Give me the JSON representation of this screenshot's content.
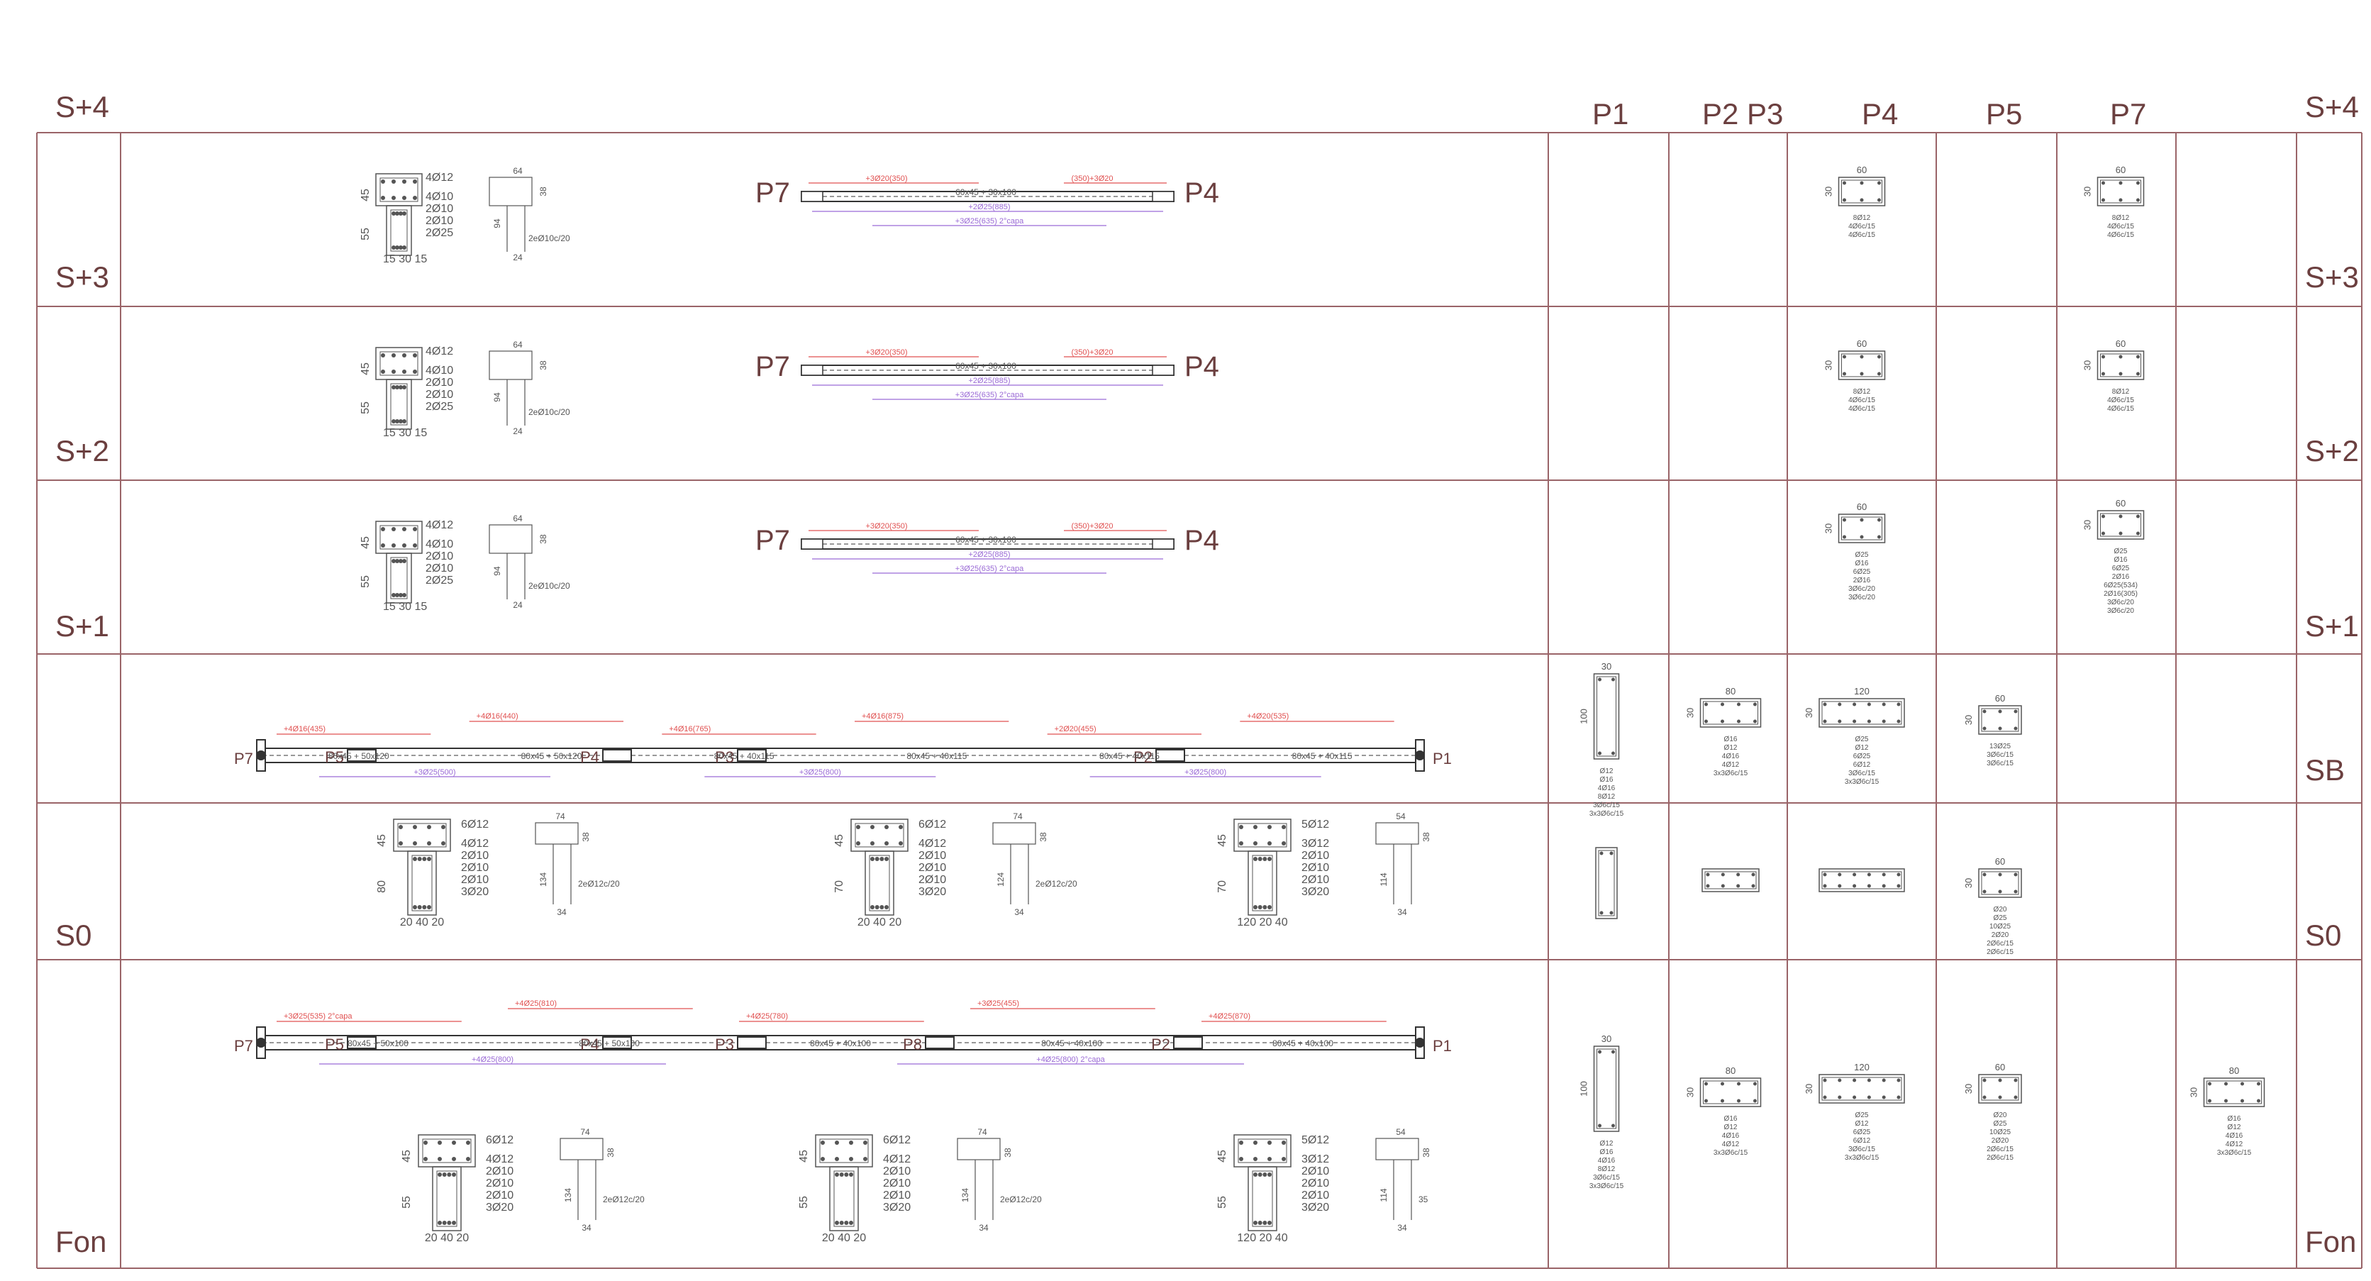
{
  "colors": {
    "frame": "#9a6468",
    "line": "#555555",
    "label": "#6b3f3f",
    "red": "#e05050",
    "violet": "#9a6ad6",
    "beam": "#333333"
  },
  "levels": [
    {
      "key": "s4",
      "label_left": "S+4",
      "label_right": "S+4"
    },
    {
      "key": "s3",
      "label_left": "S+3",
      "label_right": "S+3"
    },
    {
      "key": "s2",
      "label_left": "S+2",
      "label_right": "S+2"
    },
    {
      "key": "s1",
      "label_left": "S+1",
      "label_right": "S+1"
    },
    {
      "key": "sb",
      "label_left": "",
      "label_right": "SB"
    },
    {
      "key": "s0",
      "label_left": "S0",
      "label_right": "S0"
    },
    {
      "key": "fon",
      "label_left": "Fon",
      "label_right": "Fon"
    }
  ],
  "column_headers": [
    "P1",
    "P2 P3",
    "P4",
    "P5",
    "P7"
  ],
  "upper_beams": {
    "end_left": "P7",
    "end_right": "P4",
    "sections": [
      "45",
      "55",
      "15",
      "30",
      "15"
    ],
    "section_rebar": [
      "4Ø12",
      "4Ø10",
      "2Ø10",
      "2Ø10",
      "2Ø25"
    ],
    "stirrup": [
      "64",
      "94",
      "24",
      "38",
      "2eØ10c/20"
    ],
    "beam_label": "60x45 + 30x100",
    "red_top": [
      "+3Ø20(350)",
      "(350)+3Ø20"
    ],
    "violet_bottom": [
      "+2Ø25(885)",
      "+3Ø25(635) 2°capa"
    ]
  },
  "s0_beam": {
    "ends": [
      "P7",
      "P1"
    ],
    "supports": [
      "P5",
      "P4",
      "P3",
      "P2"
    ],
    "span_labels": [
      "80x45 + 50x120",
      "80x45 + 50x120",
      "80x45 + 40x115",
      "80x45 + 40x115",
      "80x45 + 40x115",
      "80x45 + 40x115"
    ],
    "red_top": [
      "+4Ø16(435)",
      "+4Ø16(440)",
      "+4Ø16(765)",
      "+4Ø16(875)",
      "+2Ø20(455)",
      "+4Ø20(535)"
    ],
    "violet_bottom": [
      "+3Ø25(500)",
      "+3Ø25(800)",
      "+3Ø25(800)"
    ],
    "sections": [
      {
        "dims": [
          "45",
          "80",
          "20",
          "40",
          "20"
        ],
        "rebar": [
          "6Ø12",
          "4Ø12",
          "2Ø10",
          "2Ø10",
          "2Ø10",
          "3Ø20"
        ],
        "stirrup": [
          "74",
          "134",
          "34",
          "38",
          "2eØ12c/20"
        ]
      },
      {
        "dims": [
          "45",
          "70",
          "20",
          "40",
          "20"
        ],
        "rebar": [
          "6Ø12",
          "4Ø12",
          "2Ø10",
          "2Ø10",
          "2Ø10",
          "3Ø20"
        ],
        "stirrup": [
          "74",
          "124",
          "34",
          "38",
          "2eØ12c/20"
        ]
      },
      {
        "dims": [
          "45",
          "70",
          "120",
          "20",
          "40"
        ],
        "rebar": [
          "5Ø12",
          "3Ø12",
          "2Ø10",
          "2Ø10",
          "2Ø10",
          "3Ø20"
        ],
        "stirrup": [
          "54",
          "114",
          "34",
          "38",
          ""
        ]
      }
    ]
  },
  "fon_beam": {
    "ends": [
      "P7",
      "P1"
    ],
    "supports": [
      "P5",
      "P4",
      "P3",
      "P8",
      "P2"
    ],
    "span_labels": [
      "80x45 + 50x100",
      "80x45 + 50x100",
      "80x45 + 40x100",
      "80x45 + 40x100",
      "80x45 + 40x100"
    ],
    "red_top": [
      "+3Ø25(535) 2°capa",
      "+4Ø25(810)",
      "+4Ø25(780)",
      "+3Ø25(455)",
      "+4Ø25(870)"
    ],
    "violet_bottom": [
      "+4Ø25(800)",
      "+4Ø25(800) 2°capa"
    ],
    "sections": [
      {
        "dims": [
          "45",
          "55",
          "20",
          "40",
          "20"
        ],
        "rebar": [
          "6Ø12",
          "4Ø12",
          "2Ø10",
          "2Ø10",
          "2Ø10",
          "3Ø20"
        ],
        "stirrup": [
          "74",
          "134",
          "34",
          "38",
          "2eØ12c/20"
        ]
      },
      {
        "dims": [
          "45",
          "55",
          "20",
          "40",
          "20"
        ],
        "rebar": [
          "6Ø12",
          "4Ø12",
          "2Ø10",
          "2Ø10",
          "2Ø10",
          "3Ø20"
        ],
        "stirrup": [
          "74",
          "134",
          "34",
          "38",
          "2eØ12c/20"
        ]
      },
      {
        "dims": [
          "45",
          "55",
          "120",
          "20",
          "40"
        ],
        "rebar": [
          "5Ø12",
          "3Ø12",
          "2Ø10",
          "2Ø10",
          "2Ø10",
          "3Ø20"
        ],
        "stirrup": [
          "54",
          "114",
          "34",
          "38",
          "35"
        ]
      }
    ]
  },
  "cols_upper": {
    "p4": {
      "dims": [
        "60",
        "30"
      ],
      "rebar": [
        "8Ø12"
      ],
      "ties": [
        "4Ø6c/15",
        "4Ø6c/15"
      ]
    },
    "p7": {
      "dims": [
        "60",
        "30"
      ],
      "rebar": [
        "8Ø12"
      ],
      "ties": [
        "4Ø6c/15",
        "4Ø6c/15"
      ]
    }
  },
  "cols_s1": {
    "p4": {
      "dims": [
        "60",
        "30"
      ],
      "rebar": [
        "Ø25",
        "Ø16",
        "6Ø25",
        "2Ø16"
      ],
      "ties": [
        "3Ø6c/20",
        "3Ø6c/20"
      ]
    },
    "p7": {
      "dims": [
        "60",
        "30"
      ],
      "rebar": [
        "Ø25",
        "Ø16",
        "6Ø25",
        "2Ø16",
        "6Ø25(534)",
        "2Ø16(305)"
      ],
      "ties": [
        "3Ø6c/20",
        "3Ø6c/20"
      ]
    }
  },
  "cols_sb": {
    "p1": {
      "dims": [
        "30",
        "100"
      ],
      "rebar": [
        "Ø12",
        "Ø16",
        "4Ø16",
        "8Ø12"
      ],
      "ties": [
        "3Ø6c/15",
        "3x3Ø6c/15"
      ]
    },
    "p2p3": {
      "dims": [
        "80",
        "30"
      ],
      "rebar": [
        "Ø16",
        "Ø12",
        "4Ø16",
        "4Ø12"
      ],
      "ties": [
        "3x3Ø6c/15"
      ]
    },
    "p4": {
      "dims": [
        "120",
        "30"
      ],
      "rebar": [
        "Ø25",
        "Ø12",
        "6Ø25",
        "6Ø12"
      ],
      "ties": [
        "3Ø6c/15",
        "3x3Ø6c/15"
      ]
    },
    "p5": {
      "dims": [
        "60",
        "30"
      ],
      "rebar": [
        "13Ø25"
      ],
      "ties": [
        "3Ø6c/15",
        "3Ø6c/15"
      ]
    }
  },
  "cols_s0": {
    "p5": {
      "dims": [
        "60",
        "30"
      ],
      "rebar": [
        "Ø20",
        "Ø25",
        "10Ø25",
        "2Ø20"
      ],
      "ties": [
        "2Ø6c/15",
        "2Ø6c/15"
      ]
    }
  },
  "cols_fon": {
    "p1": {
      "dims": [
        "30",
        "100"
      ],
      "rebar": [
        "Ø12",
        "Ø16",
        "4Ø16",
        "8Ø12"
      ],
      "ties": [
        "3Ø6c/15",
        "3x3Ø6c/15"
      ]
    },
    "p2p3": {
      "dims": [
        "80",
        "30"
      ],
      "rebar": [
        "Ø16",
        "Ø12",
        "4Ø16",
        "4Ø12"
      ],
      "ties": [
        "3x3Ø6c/15"
      ]
    },
    "p4": {
      "dims": [
        "120",
        "30"
      ],
      "rebar": [
        "Ø25",
        "Ø12",
        "6Ø25",
        "6Ø12"
      ],
      "ties": [
        "3Ø6c/15",
        "3x3Ø6c/15"
      ]
    },
    "p5": {
      "dims": [
        "60",
        "30"
      ],
      "rebar": [
        "Ø20",
        "Ø25",
        "10Ø25",
        "2Ø20"
      ],
      "ties": [
        "2Ø6c/15",
        "2Ø6c/15"
      ]
    },
    "p7": {
      "dims": [
        "80",
        "30"
      ],
      "rebar": [
        "Ø16",
        "Ø12",
        "4Ø16",
        "4Ø12"
      ],
      "ties": [
        "3x3Ø6c/15"
      ]
    }
  }
}
